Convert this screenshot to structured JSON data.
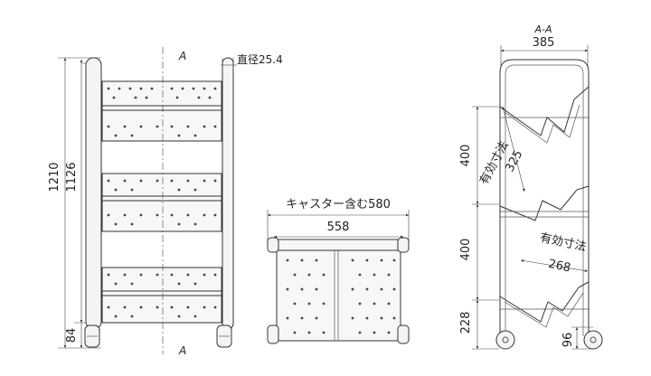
{
  "front_view": {
    "section_label_top": "A",
    "section_label_bottom": "A",
    "pipe_label": "直径25.4",
    "height_total": "1210",
    "height_frame": "1126",
    "height_caster": "84"
  },
  "bottom_view": {
    "caster_width_label": "キャスター含む580",
    "inner_width": "558"
  },
  "section_view": {
    "title": "A-A",
    "width": "385",
    "pitch_upper": "400",
    "pitch_lower": "400",
    "bottom_height": "228",
    "caster_height": "96",
    "effective_label_1": "有効寸法",
    "effective_value_1": "325",
    "effective_label_2": "有効寸法",
    "effective_value_2": "268"
  }
}
